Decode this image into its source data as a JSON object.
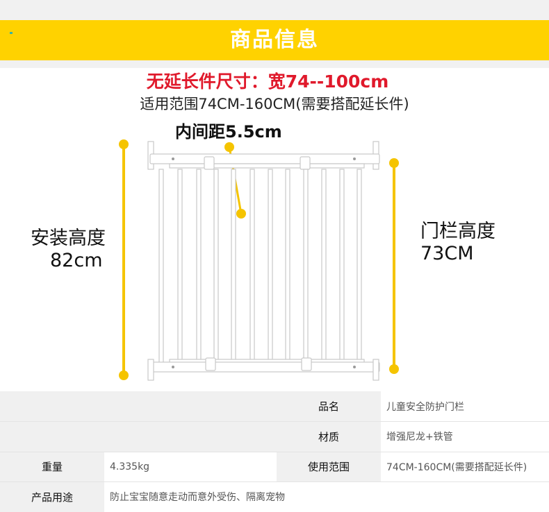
{
  "header": {
    "title": "商品信息"
  },
  "notes": {
    "extension_size": "无延长件尺寸：宽74--100cm",
    "fit_range": "适用范围74CM-160CM(需要搭配延长件)",
    "bar_spacing": "内间距5.5cm",
    "install_height_label": "安装高度",
    "install_height_value": "82cm",
    "gate_height_label": "门栏高度",
    "gate_height_value": "73CM"
  },
  "colors": {
    "accent": "#ffd200",
    "warning": "#e0192b",
    "dimension_marker": "#f5c400"
  },
  "specs": {
    "rows": [
      {
        "k1": "",
        "v1": "",
        "k2": "品名",
        "v2": "儿童安全防护门栏"
      },
      {
        "k1": "",
        "v1": "",
        "k2": "材质",
        "v2": "增强尼龙+铁管"
      },
      {
        "k1": "重量",
        "v1": "4.335kg",
        "k2": "使用范围",
        "v2": "74CM-160CM(需要搭配延长件)"
      }
    ],
    "usage_key": "产品用途",
    "usage_value": "防止宝宝随意走动而意外受伤、隔离宠物"
  }
}
